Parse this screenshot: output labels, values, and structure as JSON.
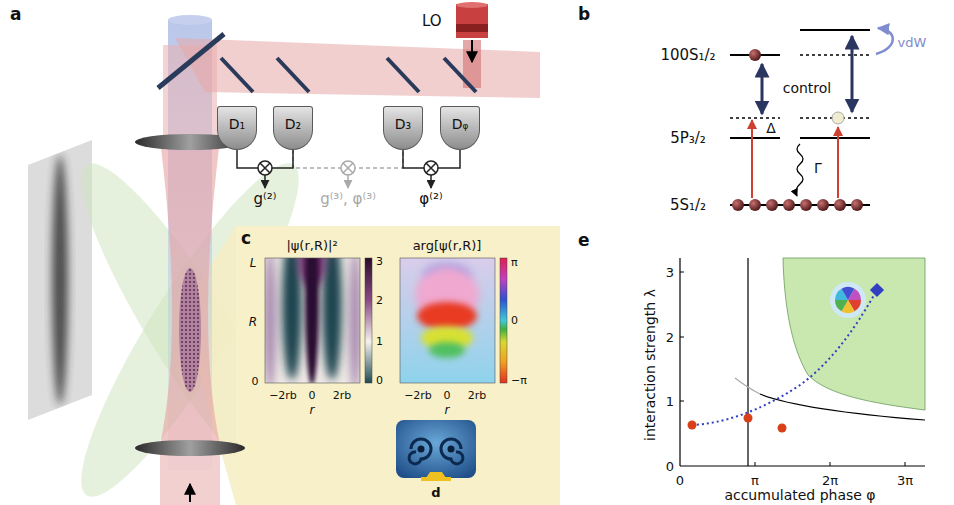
{
  "diagram": {
    "nodes": [
      {
        "text": [
          "LO"
        ]
      },
      {
        "text": [
          "D₁"
        ]
      },
      {
        "text": [
          "D₂"
        ]
      },
      {
        "text": [
          "D₃"
        ]
      },
      {
        "text": [
          "Dᵩ"
        ]
      }
    ],
    "edges": [
      {
        "from": 1,
        "to": 2,
        "arrow": "none"
      },
      {
        "from": 2,
        "to": 3,
        "arrow": "none"
      },
      {
        "from": 3,
        "to": 4,
        "arrow": "none"
      }
    ],
    "labels": [
      "a",
      "g⁽²⁾",
      "g⁽³⁾, φ⁽³⁾",
      "φ⁽²⁾",
      "b",
      "100S₁/₂",
      "5P₃/₂",
      "5S₁/₂",
      "vdW",
      "control",
      "Δ",
      "Γ",
      "c",
      "|ψ(r,R)|²",
      "arg[ψ(r,R)]",
      "L",
      "R",
      "0",
      "−2rb",
      "0",
      "2rb",
      "r",
      "3",
      "2",
      "1",
      "0",
      "−2rb",
      "0",
      "2rb",
      "r",
      "π",
      "0",
      "−π",
      "d",
      "e",
      "interaction strength λ",
      "accumulated phase φ",
      "0",
      "1",
      "2",
      "3",
      "0",
      "π",
      "2π",
      "3π"
    ]
  }
}
